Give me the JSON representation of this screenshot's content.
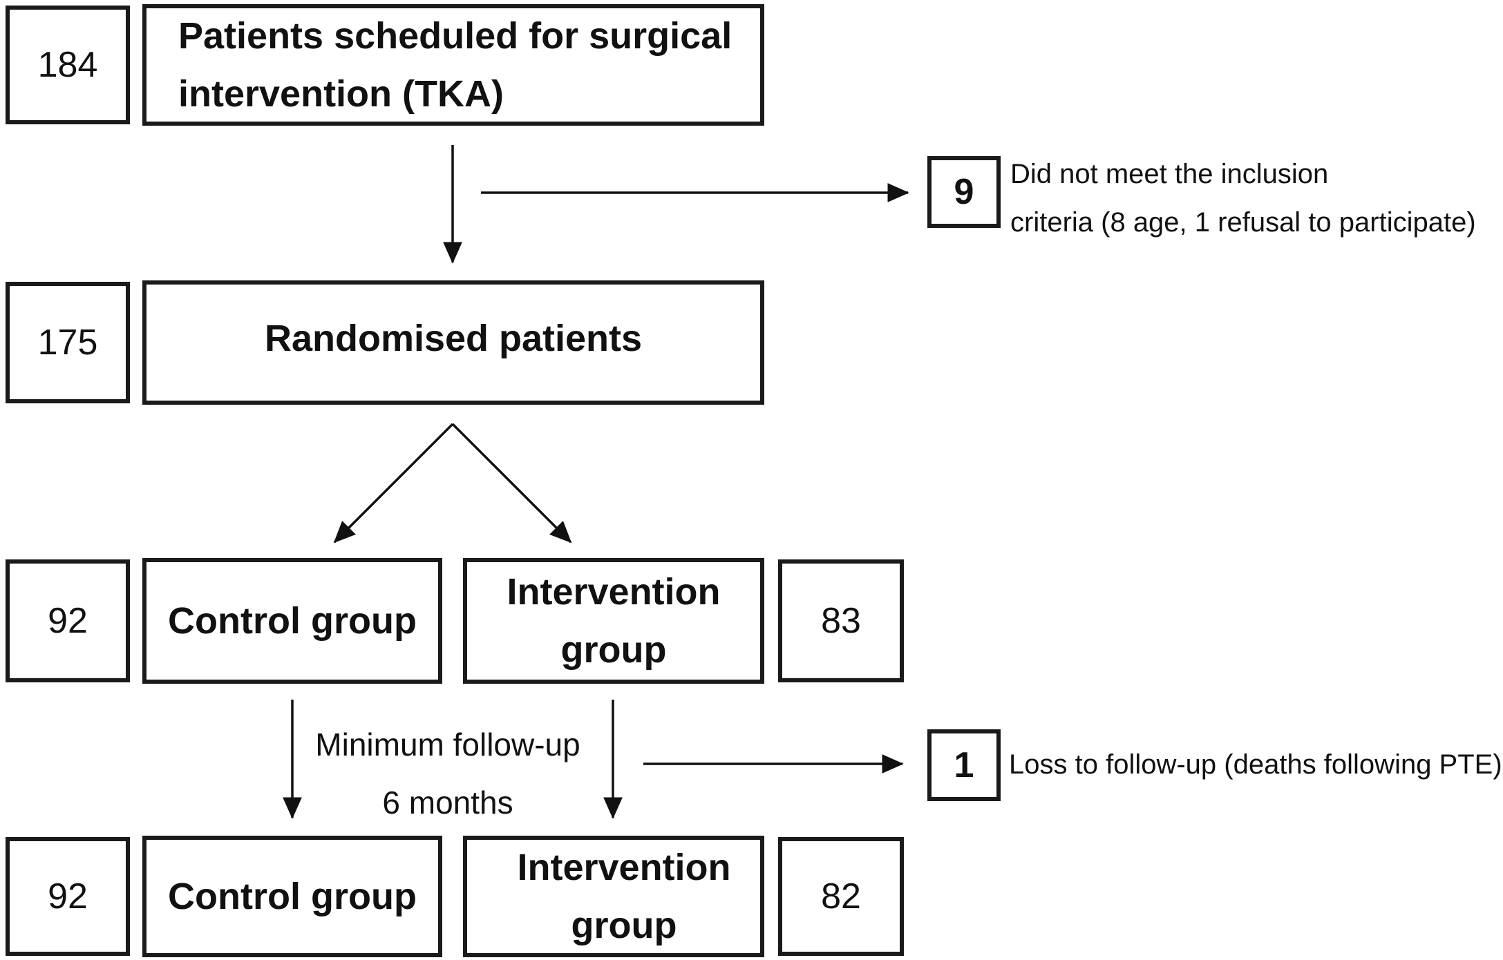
{
  "screening": {
    "count": "184",
    "label_line1": "Patients scheduled for surgical",
    "label_line2": "intervention (TKA)"
  },
  "excluded": {
    "count": "9",
    "note_line1": "Did not meet the inclusion",
    "note_line2": "criteria (8 age, 1 refusal to participate)"
  },
  "randomised": {
    "count": "175",
    "label": "Randomised patients"
  },
  "allocation": {
    "control_count": "92",
    "control_label": "Control group",
    "intervention_label_line1": "Intervention",
    "intervention_label_line2": "group",
    "intervention_count": "83"
  },
  "followup": {
    "label_line1": "Minimum follow-up",
    "label_line2": "6 months",
    "loss_count": "1",
    "loss_note": "Loss to follow-up (deaths following PTE)"
  },
  "analysis": {
    "control_count": "92",
    "control_label": "Control group",
    "intervention_label_line1": "Intervention",
    "intervention_label_line2": "group",
    "intervention_count": "82"
  }
}
